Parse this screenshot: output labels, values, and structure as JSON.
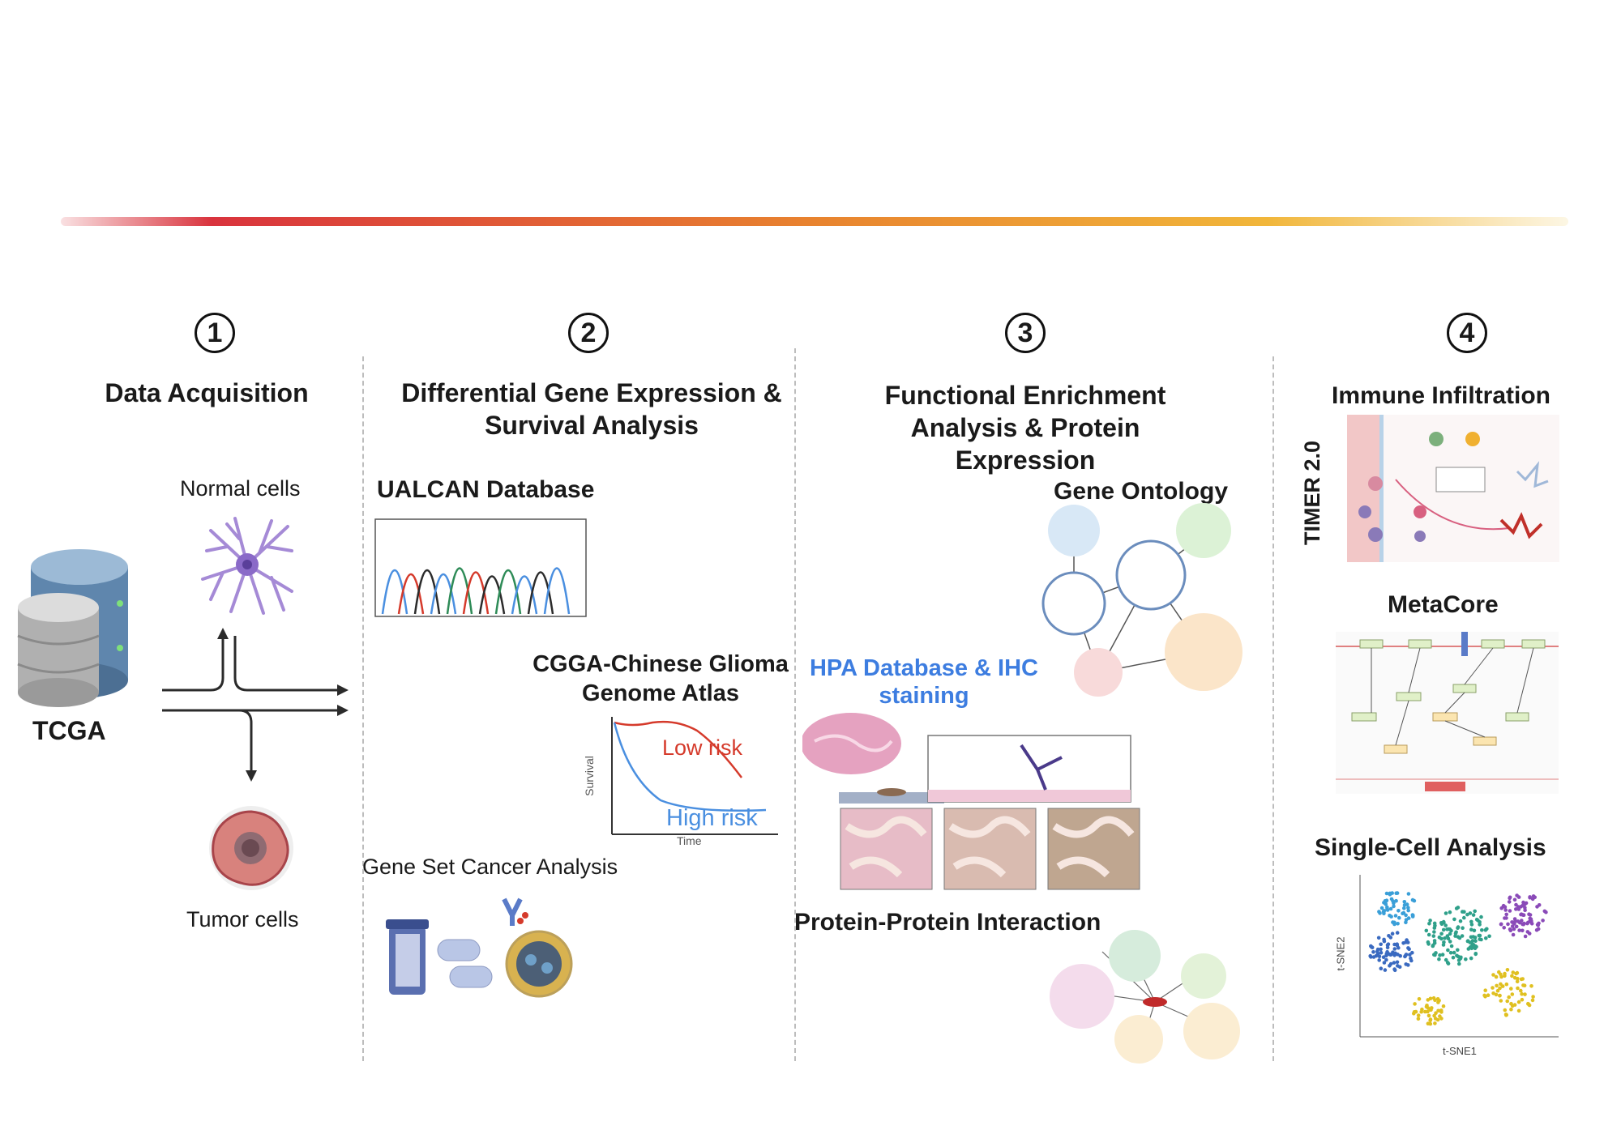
{
  "steps": [
    {
      "number": "1",
      "title": "Data Acquisition"
    },
    {
      "number": "2",
      "title": "Differential Gene Expression & Survival Analysis"
    },
    {
      "number": "3",
      "title": "Functional Enrichment Analysis & Protein Expression"
    },
    {
      "number": "4",
      "title": ""
    }
  ],
  "step1": {
    "tcga": "TCGA",
    "normal": "Normal cells",
    "tumor": "Tumor cells"
  },
  "step2": {
    "ualcan": "UALCAN Database",
    "cgga": "CGGA-Chinese Glioma Genome Atlas",
    "gsca": "Gene Set Cancer Analysis",
    "km": {
      "low": "Low risk",
      "high": "High risk",
      "x": "Time",
      "y": "Survival"
    }
  },
  "step3": {
    "go": "Gene Ontology",
    "hpa": "HPA Database & IHC staining",
    "ppi": "Protein-Protein Interaction"
  },
  "step4": {
    "immune": "Immune Infiltration",
    "timer": "TIMER 2.0",
    "metacore": "MetaCore",
    "singlecell": "Single-Cell Analysis",
    "tsne_x": "t-SNE1",
    "tsne_y": "t-SNE2"
  },
  "colors": {
    "gradient": [
      "#d9333d",
      "#e8832f",
      "#f1b63a",
      "#f7e3a6"
    ],
    "hpa_blue": "#3d7de0",
    "low_risk": "#d53a2b",
    "high_risk": "#4a8fe0"
  }
}
